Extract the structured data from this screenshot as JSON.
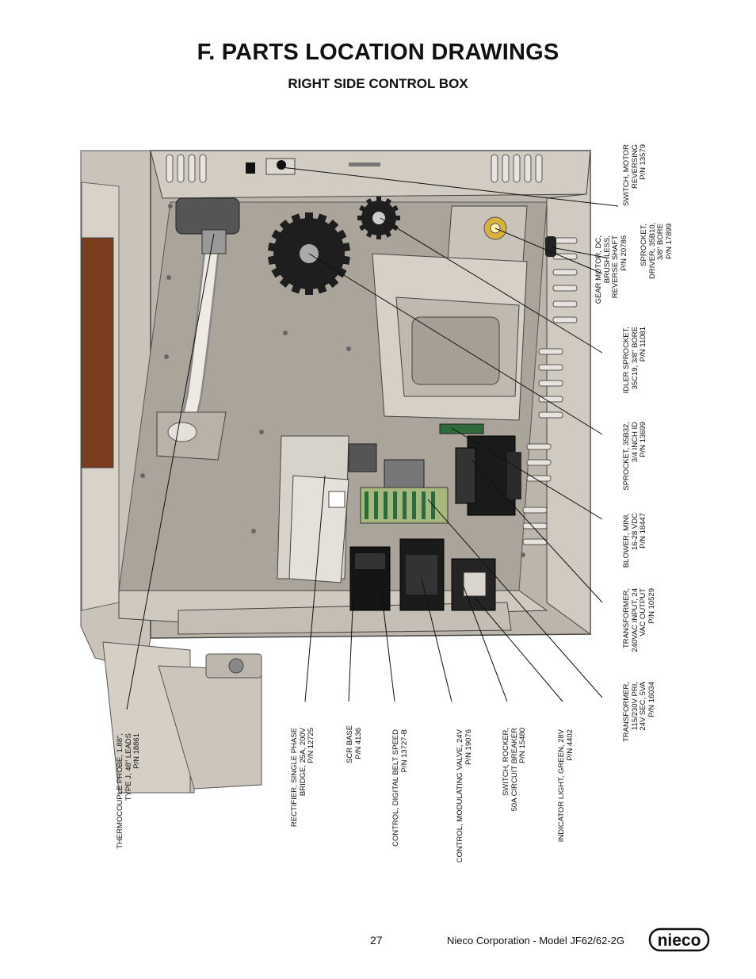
{
  "page": {
    "title": "F. PARTS LOCATION DRAWINGS",
    "subtitle": "RIGHT SIDE CONTROL BOX",
    "page_number": "27",
    "footer_text": "Nieco Corporation - Model JF62/62-2G",
    "logo_text": "nieco"
  },
  "right_labels": [
    {
      "lines": [
        "SWITCH, MOTOR",
        "REVERSING",
        "P/N 13579"
      ]
    },
    {
      "lines": [
        "GEAR MOTOR, DC,",
        "BRUSHLESS,",
        "REVERSE SHAFT",
        "P/N 20786"
      ]
    },
    {
      "lines": [
        "SPROCKET,",
        "DRIVER, 35B10,",
        "3/8\" BORE",
        "P/N 17899"
      ]
    },
    {
      "lines": [
        "IDLER SPROCKET,",
        "35C19, 3/8\" BORE",
        "P/N 11081"
      ]
    },
    {
      "lines": [
        "SPROCKET, 35B32,",
        "3/4 INCH ID",
        "P/N 13699"
      ]
    },
    {
      "lines": [
        "BLOWER, MINI,",
        "16-28 VDC",
        "P/N 18447"
      ]
    },
    {
      "lines": [
        "TRANSFORMER,",
        "240VAC INPUT, 24",
        "VAC OUTPUT",
        "P/N 10529"
      ]
    },
    {
      "lines": [
        "TRANSFORMER,",
        "115/230V PRI,",
        "24V SEC, 5VA",
        "P/N 16034"
      ]
    }
  ],
  "bottom_labels": [
    {
      "lines": [
        "THERMOCOUPLE PROBE, 1.88\",",
        "TYPE J, 48\" LEADS",
        "P/N 18861"
      ]
    },
    {
      "lines": [
        "RECTIFIER, SINGLE PHASE",
        "BRIDGE, 25A, 200V",
        "P/N 12725"
      ]
    },
    {
      "lines": [
        "SCR BASE",
        "P/N 4136"
      ]
    },
    {
      "lines": [
        "CONTROL, DIGITAL BELT SPEED",
        "P/N 13727-B"
      ]
    },
    {
      "lines": [
        "CONTROL, MODULATING VALVE, 24V",
        "P/N 19076"
      ]
    },
    {
      "lines": [
        "SWITCH, ROCKER,",
        "50A CIRCUIT BREAKER",
        "P/N 15480"
      ]
    },
    {
      "lines": [
        "INDICATOR LIGHT, GREEN, 28V",
        "P/N 4402"
      ]
    }
  ]
}
